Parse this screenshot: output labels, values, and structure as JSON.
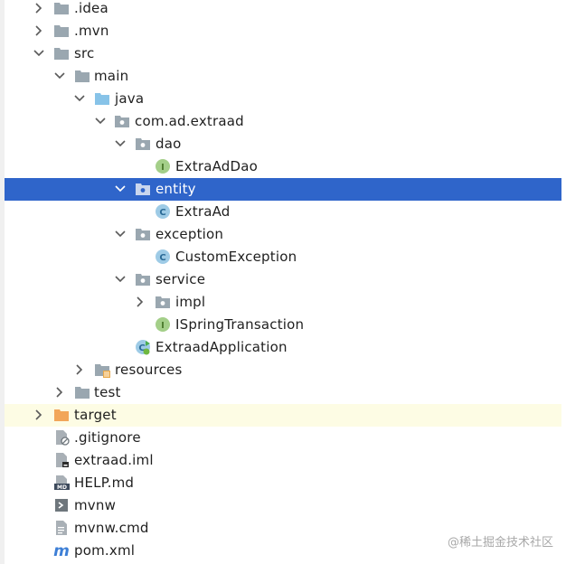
{
  "tree": {
    "rows": [
      {
        "label": ".idea",
        "icon": "folder-icon",
        "expanded": false
      },
      {
        "label": ".mvn",
        "icon": "folder-icon",
        "expanded": false
      },
      {
        "label": "src",
        "icon": "folder-icon",
        "expanded": true
      },
      {
        "label": "main",
        "icon": "folder-icon",
        "expanded": true
      },
      {
        "label": "java",
        "icon": "source-folder-icon",
        "expanded": true
      },
      {
        "label": "com.ad.extraad",
        "icon": "package-icon",
        "expanded": true
      },
      {
        "label": "dao",
        "icon": "package-icon",
        "expanded": true
      },
      {
        "label": "ExtraAdDao",
        "icon": "interface-icon",
        "badge": "I"
      },
      {
        "label": "entity",
        "icon": "package-icon",
        "expanded": true,
        "selected": true
      },
      {
        "label": "ExtraAd",
        "icon": "class-icon",
        "badge": "C"
      },
      {
        "label": "exception",
        "icon": "package-icon",
        "expanded": true
      },
      {
        "label": "CustomException",
        "icon": "class-icon",
        "badge": "C"
      },
      {
        "label": "service",
        "icon": "package-icon",
        "expanded": true
      },
      {
        "label": "impl",
        "icon": "package-icon",
        "expanded": false
      },
      {
        "label": "ISpringTransaction",
        "icon": "interface-icon",
        "badge": "I"
      },
      {
        "label": "ExtraadApplication",
        "icon": "spring-boot-class-icon",
        "badge": "C"
      },
      {
        "label": "resources",
        "icon": "resources-folder-icon",
        "expanded": false
      },
      {
        "label": "test",
        "icon": "folder-icon",
        "expanded": false
      },
      {
        "label": "target",
        "icon": "excluded-folder-icon",
        "expanded": false
      },
      {
        "label": ".gitignore",
        "icon": "ignored-file-icon"
      },
      {
        "label": "extraad.iml",
        "icon": "module-file-icon"
      },
      {
        "label": "HELP.md",
        "icon": "markdown-file-icon",
        "badge": "MD"
      },
      {
        "label": "mvnw",
        "icon": "shell-script-icon"
      },
      {
        "label": "mvnw.cmd",
        "icon": "text-file-icon"
      },
      {
        "label": "pom.xml",
        "icon": "maven-icon",
        "badge": "m"
      }
    ]
  },
  "colors": {
    "selection": "#2f65ca",
    "excluded_row": "#fdfce4",
    "folder": "#9aa7b0",
    "source_folder": "#87c3e8",
    "excluded_folder": "#f2a65a",
    "class_badge": "#9ecbe6",
    "interface_badge": "#a4cf89"
  },
  "watermark": {
    "text": "@稀土掘金技术社区"
  }
}
